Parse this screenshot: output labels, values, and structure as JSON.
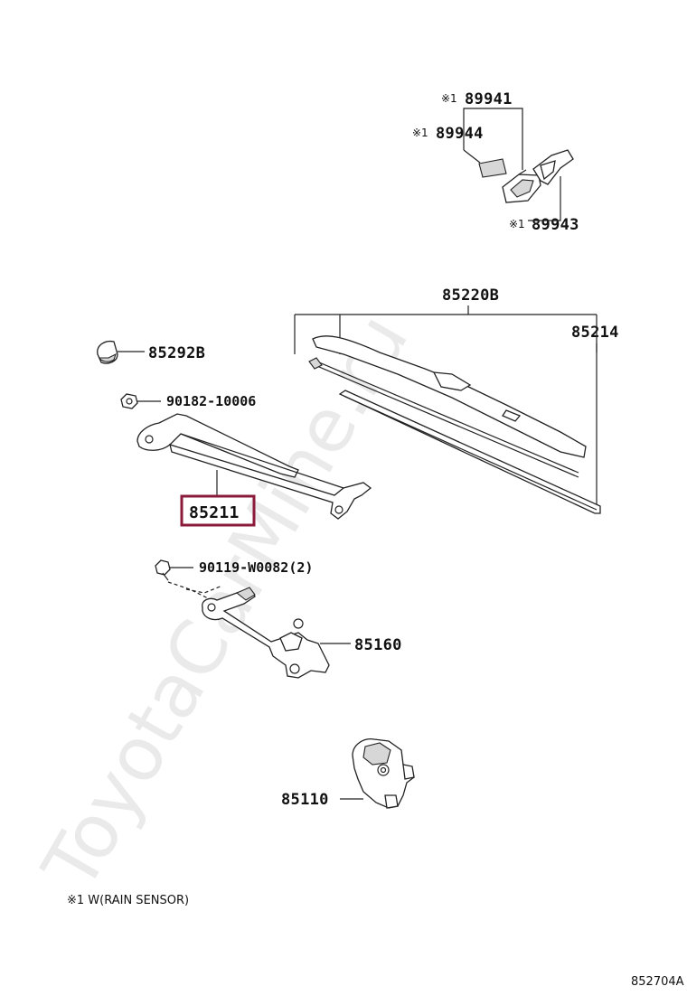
{
  "watermark": "ToyotaCarMine.ru",
  "footnote_mark": "※1",
  "parts": {
    "p89941": "89941",
    "p89944": "89944",
    "p89943": "89943",
    "p85220B": "85220B",
    "p85214": "85214",
    "p85292B": "85292B",
    "p90182": "90182-10006",
    "p85211": "85211",
    "p90119": "90119-W0082(2)",
    "p85160": "85160",
    "p85110": "85110"
  },
  "footnote": "※1 W(RAIN SENSOR)",
  "diagram_code": "852704A",
  "highlight_color": "#8b1a3a"
}
